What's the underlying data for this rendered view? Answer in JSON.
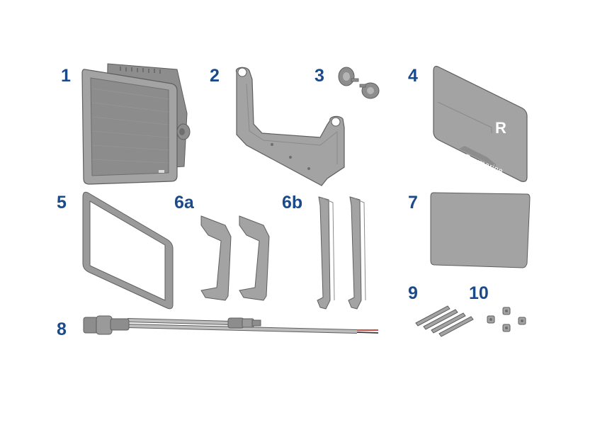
{
  "labels": {
    "item1": "1",
    "item2": "2",
    "item3": "3",
    "item4": "4",
    "item5": "5",
    "item6a": "6a",
    "item6b": "6b",
    "item7": "7",
    "item8": "8",
    "item9": "9",
    "item10": "10"
  },
  "cover": {
    "brand_text": "Raymarine",
    "logo_letter": "R"
  },
  "colors": {
    "label_blue": "#1a4a8a",
    "part_gray": "#a3a3a3",
    "part_outline": "#5e5e5e",
    "cable_red": "#c8342a"
  }
}
